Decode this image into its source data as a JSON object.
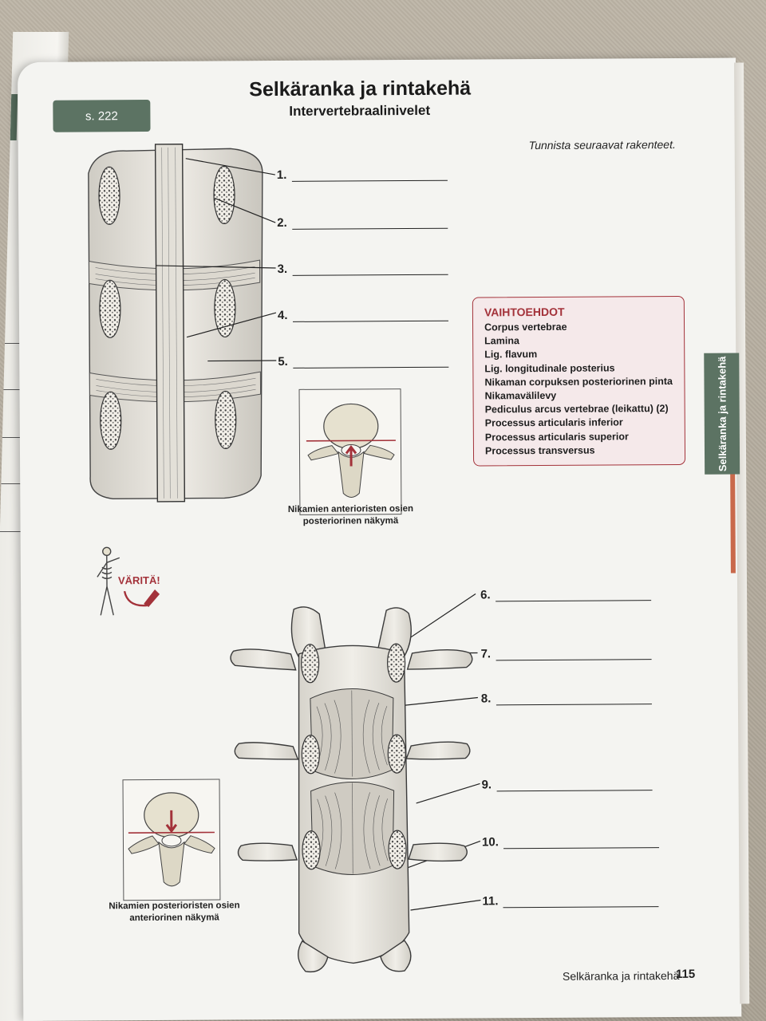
{
  "page_ref": "s. 222",
  "title": "Selkäranka ja rintakehä",
  "subtitle": "Intervertebraalinivelet",
  "instruction": "Tunnista seuraavat rakenteet.",
  "labels": [
    "1.",
    "2.",
    "3.",
    "4.",
    "5.",
    "6.",
    "7.",
    "8.",
    "9.",
    "10.",
    "11."
  ],
  "options": {
    "title": "VAIHTOEHDOT",
    "items": [
      "Corpus vertebrae",
      "Lamina",
      "Lig. flavum",
      "Lig. longitudinale posterius",
      "Nikaman corpuksen posteriorinen pinta",
      "Nikamavälilevy",
      "Pediculus arcus vertebrae (leikattu) (2)",
      "Processus articularis inferior",
      "Processus articularis superior",
      "Processus transversus"
    ]
  },
  "inset_top_caption": [
    "Nikamien anterioristen osien",
    "posteriorinen näkymä"
  ],
  "inset_bottom_caption": [
    "Nikamien posterioristen osien",
    "anteriorinen näkymä"
  ],
  "color_tag": "VÄRITÄ!",
  "side_tab": "Selkäranka ja rintakehä",
  "footer": {
    "section": "Selkäranka ja rintakehä",
    "page_number": "115"
  },
  "colors": {
    "accent_green": "#5c7363",
    "accent_red": "#a3323a",
    "accent_orange": "#c9694b"
  }
}
